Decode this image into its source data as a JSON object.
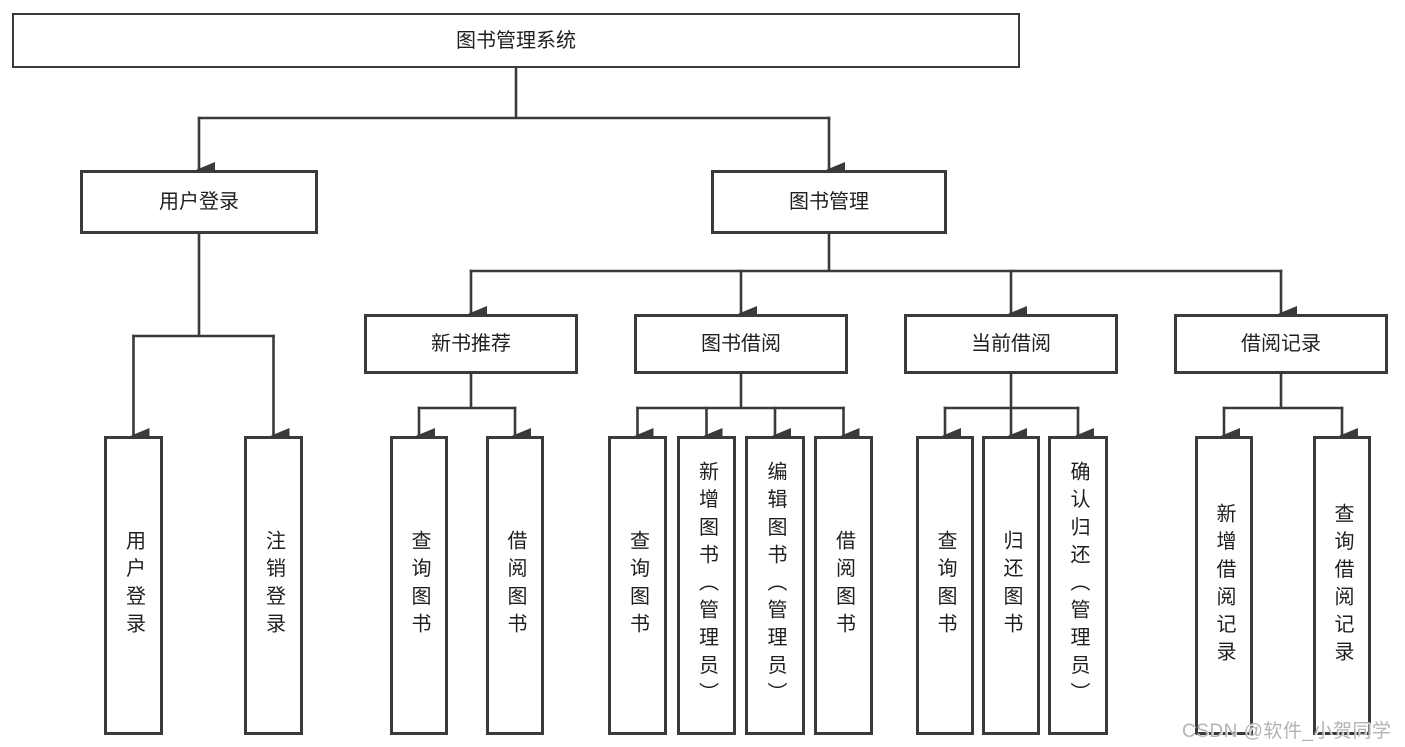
{
  "colors": {
    "line": "#3a3a3a",
    "box_border": "#3a3a3a",
    "text": "#1f1f1f",
    "watermark": "#b3b3b3",
    "background": "#ffffff"
  },
  "nodes": {
    "root": "图书管理系统",
    "user_login": "用户登录",
    "book_management": "图书管理",
    "new_book_recommend": "新书推荐",
    "book_borrowing": "图书借阅",
    "current_borrowing": "当前借阅",
    "borrowing_records": "借阅记录",
    "leaf_user_login": "用户登录",
    "leaf_logout_login": "注销登录",
    "leaf_recommend_query_book": "查询图书",
    "leaf_recommend_borrow_book": "借阅图书",
    "leaf_borrow_query_book": "查询图书",
    "leaf_borrow_add_book_admin": "新增图书（管理员）",
    "leaf_borrow_edit_book_admin": "编辑图书（管理员）",
    "leaf_borrow_borrow_book": "借阅图书",
    "leaf_current_query_book": "查询图书",
    "leaf_current_return_book": "归还图书",
    "leaf_current_confirm_return_admin": "确认归还（管理员）",
    "leaf_records_add_record": "新增借阅记录",
    "leaf_records_query_record": "查询借阅记录"
  },
  "watermark": {
    "text": "CSDN @软件_小贺同学"
  }
}
